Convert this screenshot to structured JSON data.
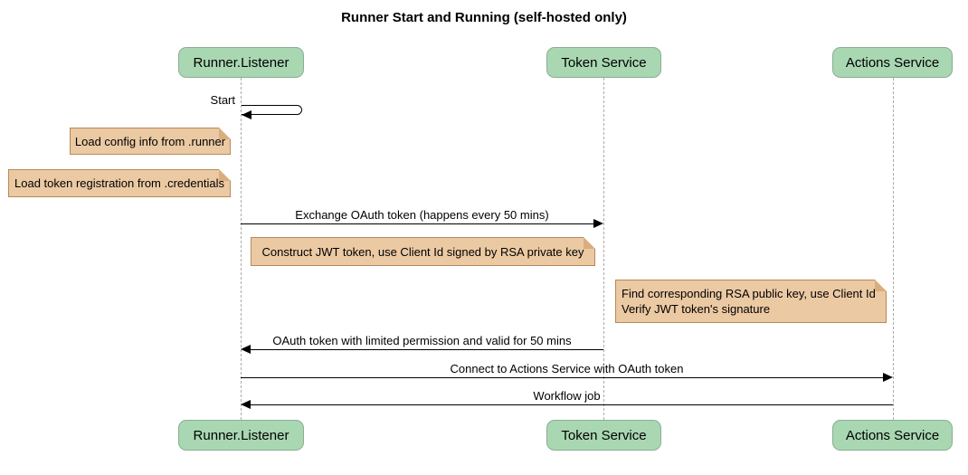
{
  "title": "Runner Start and Running (self-hosted only)",
  "participants": {
    "runner": {
      "label": "Runner.Listener"
    },
    "token": {
      "label": "Token Service"
    },
    "actions": {
      "label": "Actions Service"
    }
  },
  "messages": {
    "start": {
      "type": "self",
      "from": "runner",
      "to": "runner",
      "label": "Start"
    },
    "exchange": {
      "type": "arrow",
      "from": "runner",
      "to": "token",
      "label": "Exchange OAuth token (happens every 50 mins)"
    },
    "return": {
      "type": "arrow",
      "from": "token",
      "to": "runner",
      "label": "OAuth token with limited permission and valid for 50 mins"
    },
    "connect": {
      "type": "arrow",
      "from": "runner",
      "to": "actions",
      "label": "Connect to Actions Service with OAuth token"
    },
    "workflow": {
      "type": "arrow",
      "from": "actions",
      "to": "runner",
      "label": "Workflow job"
    }
  },
  "notes": {
    "load_config": {
      "anchor": "runner",
      "label": "Load config info from .runner"
    },
    "load_cred": {
      "anchor": "runner",
      "label": "Load token registration from .credentials"
    },
    "construct": {
      "anchor": "runner",
      "label": "Construct JWT token, use Client Id signed by RSA private key"
    },
    "verify": {
      "anchor": "token",
      "lines": [
        "Find corresponding RSA public key, use Client Id",
        "Verify JWT token's signature"
      ]
    }
  },
  "colors": {
    "participant_fill": "#A9D7B2",
    "participant_border": "#8AAE92",
    "note_fill": "#EBC9A3",
    "note_border": "#B8885A",
    "note_fold": "#D9AE7E",
    "lifeline": "#ABABAB",
    "arrow": "#000000",
    "text": "#000000"
  }
}
